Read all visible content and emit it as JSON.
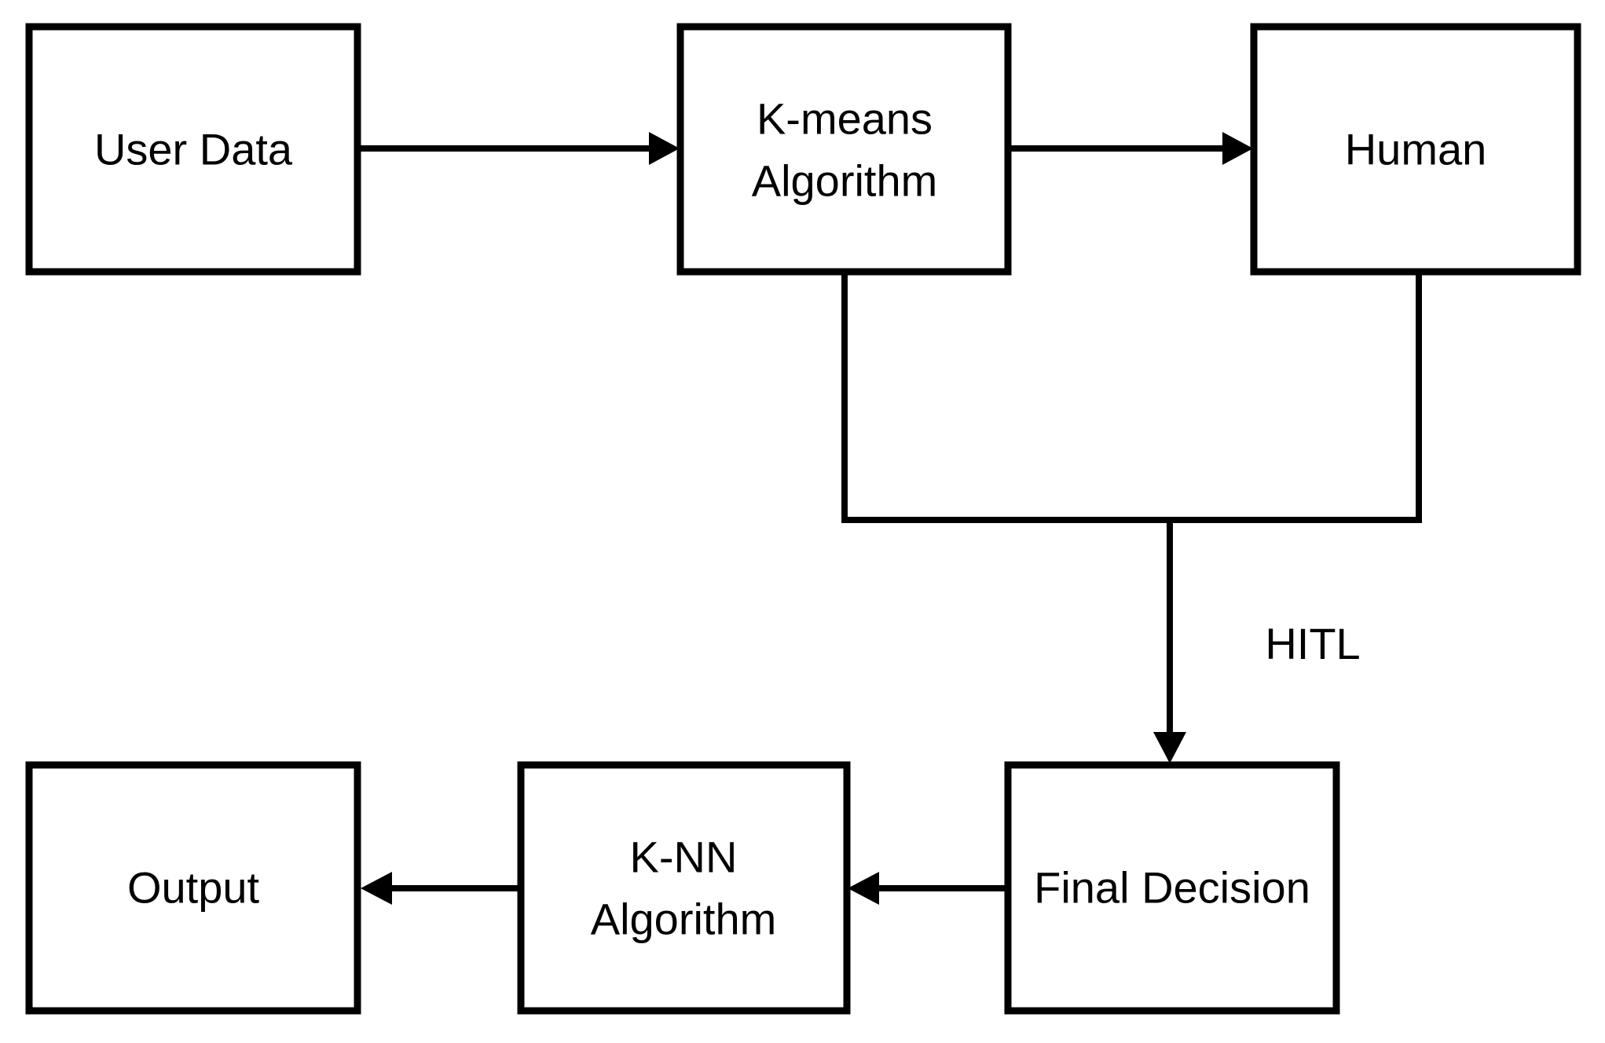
{
  "diagram": {
    "nodes": {
      "user_data": {
        "lines": [
          "User Data"
        ]
      },
      "kmeans": {
        "lines": [
          "K-means",
          "Algorithm"
        ]
      },
      "human": {
        "lines": [
          "Human"
        ]
      },
      "final_decision": {
        "lines": [
          "Final Decision"
        ]
      },
      "knn": {
        "lines": [
          "K-NN",
          "Algorithm"
        ]
      },
      "output": {
        "lines": [
          "Output"
        ]
      }
    },
    "edge_labels": {
      "hitl": "HITL"
    },
    "edges": [
      {
        "from": "user_data",
        "to": "kmeans"
      },
      {
        "from": "kmeans",
        "to": "human"
      },
      {
        "from": "kmeans",
        "to": "final_decision",
        "label": "hitl"
      },
      {
        "from": "human",
        "to": "final_decision",
        "label": "hitl"
      },
      {
        "from": "final_decision",
        "to": "knn"
      },
      {
        "from": "knn",
        "to": "output"
      }
    ],
    "colors": {
      "stroke": "#000000",
      "background": "#ffffff"
    }
  }
}
